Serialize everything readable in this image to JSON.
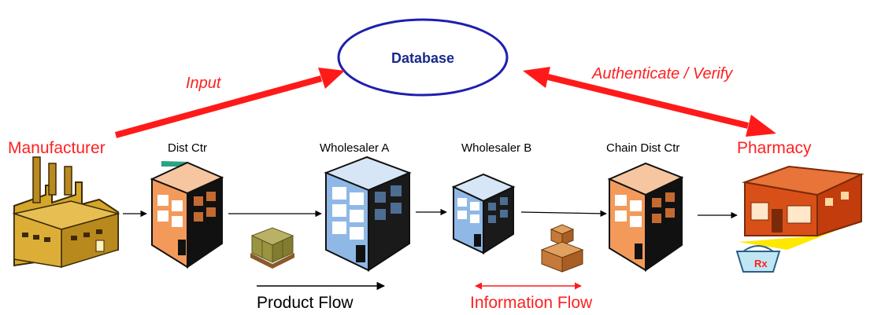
{
  "database": {
    "label": "Database",
    "stroke": "#1f1fb0",
    "text_color": "#1a2a8a"
  },
  "arrows": {
    "input_label": "Input",
    "auth_label": "Authenticate / Verify",
    "color": "#ff1a1a"
  },
  "nodes": {
    "manufacturer": "Manufacturer",
    "dist_ctr": "Dist Ctr",
    "wholesaler_a": "Wholesaler A",
    "wholesaler_b": "Wholesaler B",
    "chain_dist_ctr": "Chain Dist Ctr",
    "pharmacy": "Pharmacy"
  },
  "legend": {
    "product_flow": "Product Flow",
    "information_flow": "Information Flow"
  },
  "icons": {
    "factory": "factory-icon",
    "orange_building": "orange-building-icon",
    "blue_building": "blue-building-icon",
    "pallet": "pallet-boxes-icon",
    "box_stack": "stacked-boxes-icon",
    "store": "pharmacy-store-icon",
    "rx": "rx-basket-icon"
  },
  "rx_label": "Rx"
}
